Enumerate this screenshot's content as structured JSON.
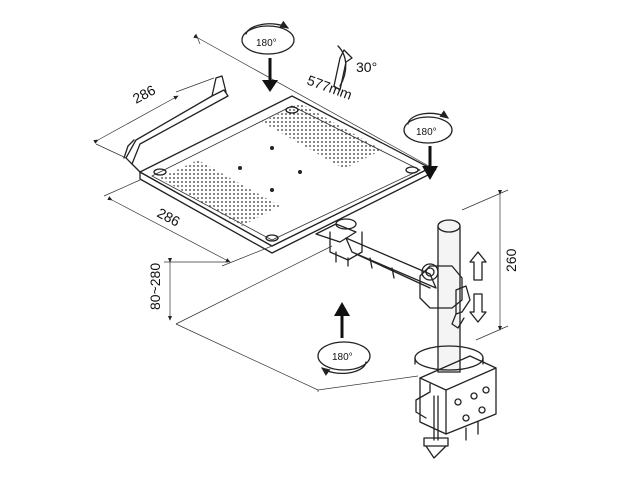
{
  "dimensions": {
    "tray_depth": "286",
    "tray_width": "286",
    "arm_length": "577mm",
    "tilt": "30°",
    "height_range": "80~280",
    "pole_height": "260"
  },
  "rotations": {
    "tray_rotation": "180°",
    "arm_rotation": "180°",
    "base_rotation": "180°"
  }
}
